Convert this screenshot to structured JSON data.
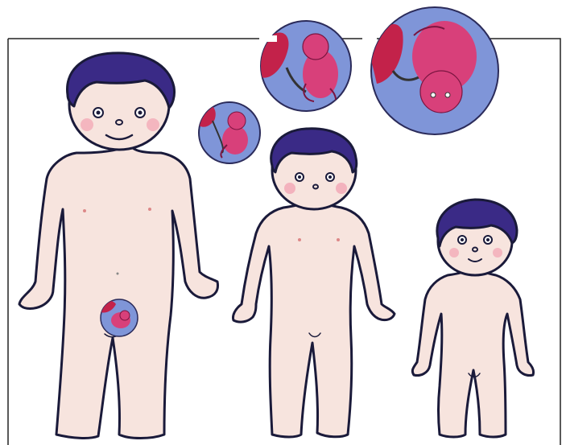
{
  "illustration": {
    "figures": [
      {
        "id": "adult-female",
        "label": ""
      },
      {
        "id": "child",
        "label": ""
      },
      {
        "id": "small-child",
        "label": ""
      }
    ],
    "fetus_stages": [
      {
        "id": "fetus-womb"
      },
      {
        "id": "fetus-small"
      },
      {
        "id": "fetus-medium"
      },
      {
        "id": "fetus-large"
      }
    ]
  },
  "colors": {
    "skin": "#f7e4de",
    "outline": "#1a1a3a",
    "hair": "#3a2a86",
    "fetus": "#d8407a",
    "bubble": "#7f95d8",
    "placenta": "#c3224a",
    "cheek": "#f2a2b2"
  }
}
